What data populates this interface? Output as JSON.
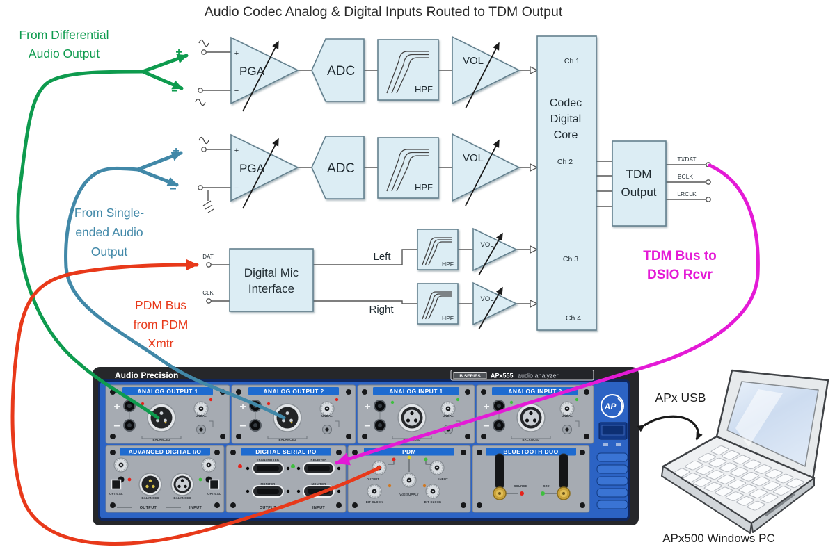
{
  "title": "Audio Codec Analog & Digital Inputs Routed to TDM Output",
  "annotations": {
    "differential": [
      "From Differential",
      "Audio Output"
    ],
    "single_ended": [
      "From Single-",
      "ended Audio",
      "Output"
    ],
    "pdm_bus": [
      "PDM Bus",
      "from PDM",
      "Xmtr"
    ],
    "tdm_bus": [
      "TDM Bus to",
      "DSIO Rcvr"
    ],
    "apx_usb": "APx USB",
    "pc": "APx500 Windows PC"
  },
  "signs": {
    "plus": "+",
    "minus": "−"
  },
  "blocks": {
    "pga": "PGA",
    "adc": "ADC",
    "hpf": "HPF",
    "vol": "VOL",
    "digital_mic": [
      "Digital Mic",
      "Interface"
    ],
    "codec_core": [
      "Codec",
      "Digital",
      "Core"
    ],
    "tdm_output": [
      "TDM",
      "Output"
    ],
    "channels": [
      "Ch 1",
      "Ch 2",
      "Ch 3",
      "Ch 4"
    ],
    "tdm_pins": [
      "TXDAT",
      "BCLK",
      "LRCLK"
    ],
    "mic_pins": [
      "DAT",
      "CLK"
    ],
    "mic_channels": [
      "Left",
      "Right"
    ]
  },
  "colors": {
    "green": "#0e9b4e",
    "blue": "#4188a8",
    "red": "#e8391a",
    "magenta": "#e41ad6",
    "block_fill": "#dcedf4",
    "block_stroke": "#64808e",
    "panel_blue": "#2c63c4",
    "module_gray": "#a6abb2",
    "module_titlebar": "#1e6bd0"
  },
  "panel": {
    "brand": "Audio Precision",
    "badge": {
      "series": "B SERIES",
      "model": "APx555",
      "type": "audio analyzer"
    },
    "logo": "AP",
    "modules": [
      {
        "title": "ANALOG OUTPUT 1",
        "labels": [
          "+",
          "−",
          "BALANCED",
          "UNBAL"
        ]
      },
      {
        "title": "ANALOG OUTPUT 2",
        "labels": [
          "+",
          "−",
          "BALANCED",
          "UNBAL"
        ]
      },
      {
        "title": "ANALOG INPUT 1",
        "labels": [
          "+",
          "−",
          "BALANCED",
          "UNBAL"
        ]
      },
      {
        "title": "ANALOG INPUT 2",
        "labels": [
          "+",
          "−",
          "BALANCED",
          "UNBAL"
        ]
      },
      {
        "title": "ADVANCED DIGITAL I/O",
        "labels": [
          "OPTICAL",
          "BALANCED",
          "BALANCED",
          "OPTICAL",
          "OUTPUT",
          "INPUT"
        ]
      },
      {
        "title": "DIGITAL SERIAL I/O",
        "labels": [
          "TRANSMITTER",
          "MONITOR",
          "RECEIVER",
          "MONITOR",
          "OUTPUT",
          "INPUT"
        ]
      },
      {
        "title": "PDM",
        "labels": [
          "OUTPUT",
          "BIT CLOCK",
          "Vdd SUPPLY",
          "INPUT",
          "BIT CLOCK"
        ]
      },
      {
        "title": "BLUETOOTH DUO",
        "labels": [
          "SOURCE",
          "SINK"
        ]
      }
    ]
  }
}
